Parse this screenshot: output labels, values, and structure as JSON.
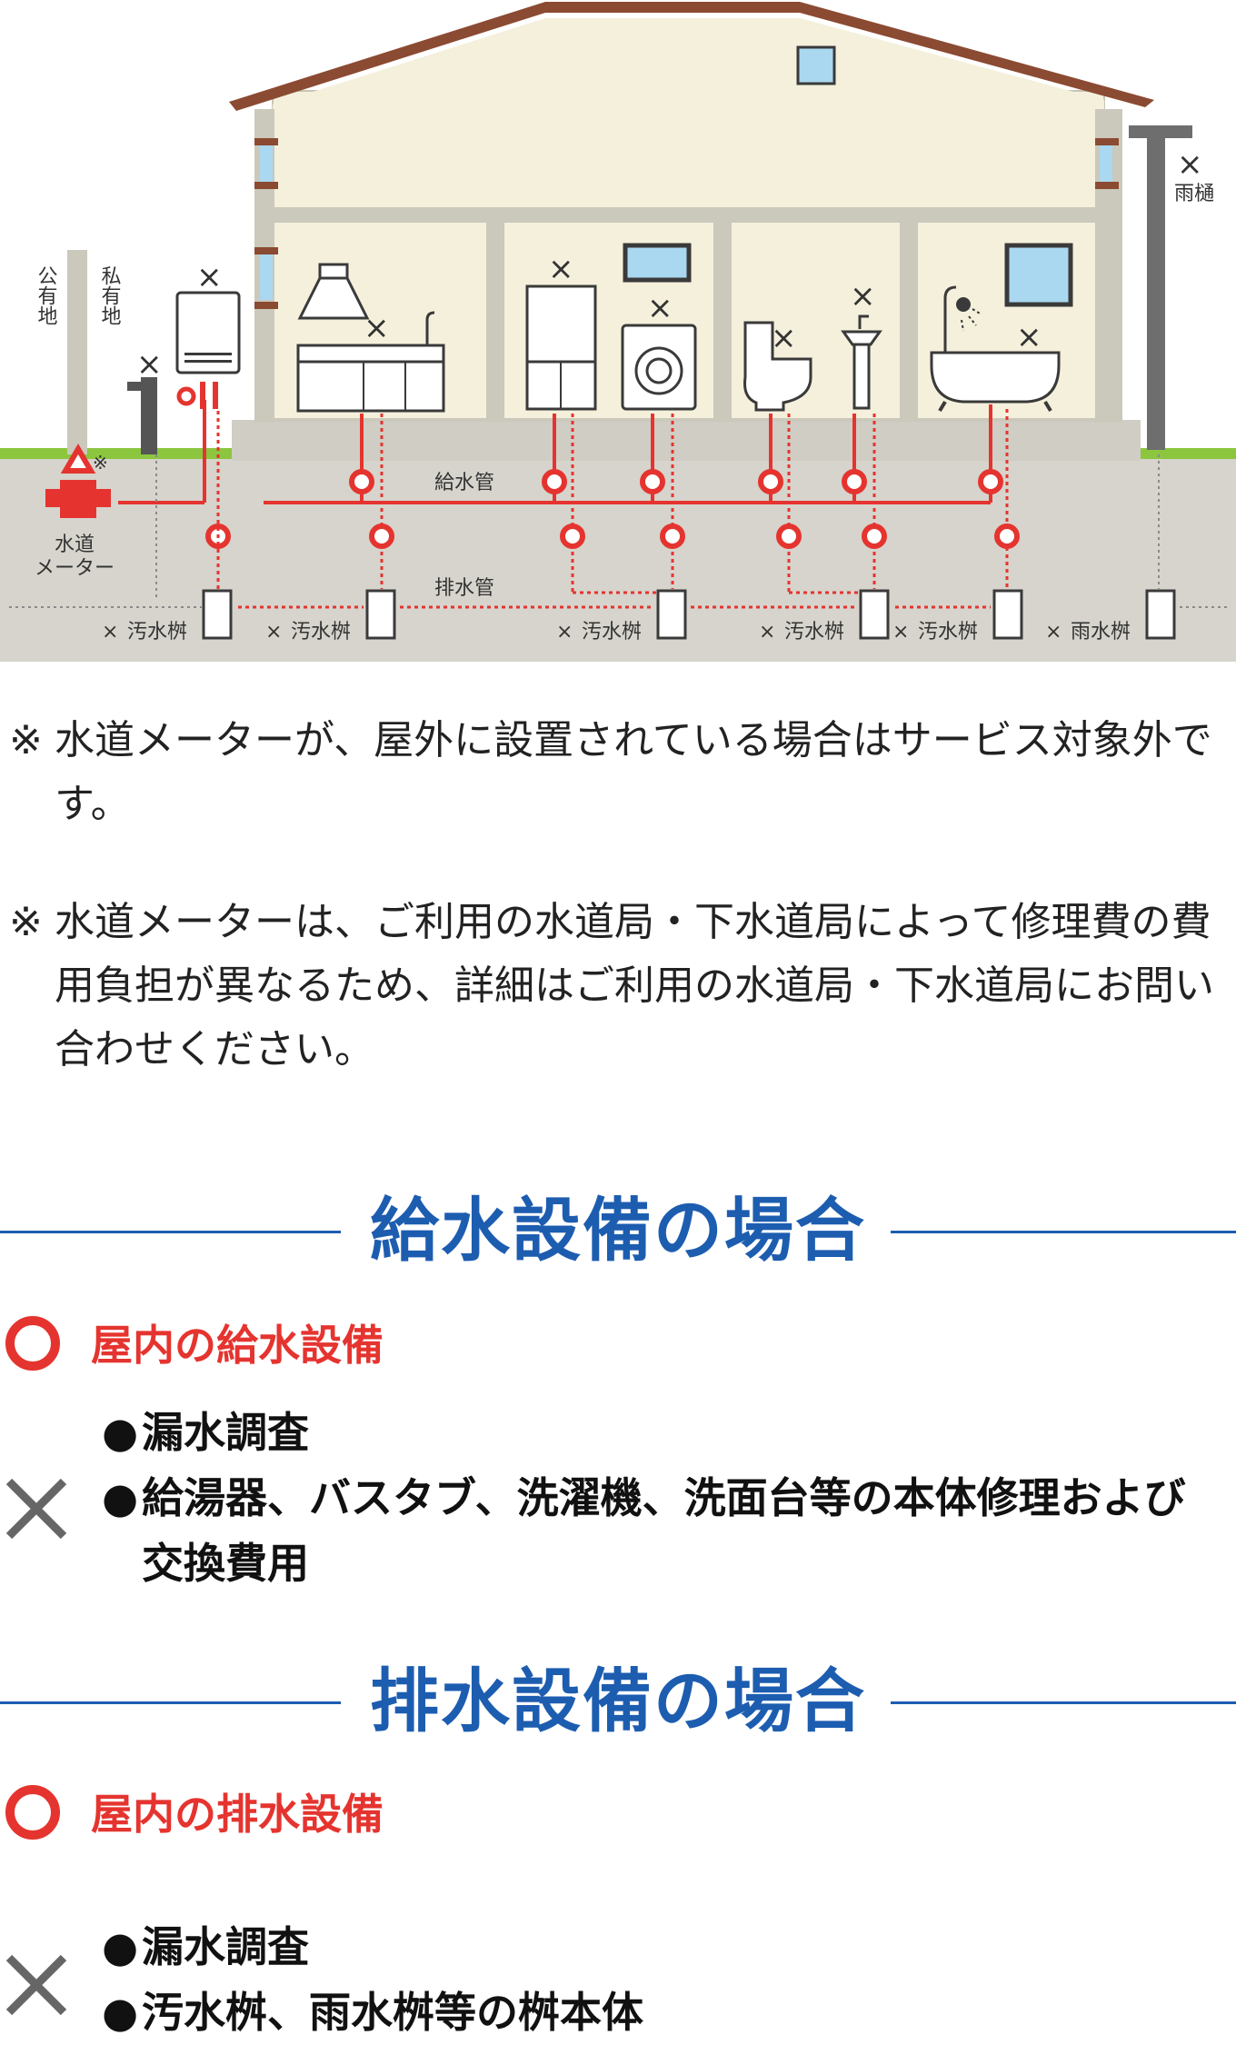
{
  "diagram": {
    "public_land": "公有地",
    "private_land": "私有地",
    "rain_gutter": "雨樋",
    "meter_label_1": "水道",
    "meter_label_2": "メーター",
    "meter_note_mark": "※",
    "supply_pipe": "給水管",
    "drain_pipe": "排水管",
    "sewage_basin": "汚水桝",
    "rain_basin": "雨水桝",
    "x_mark": "×",
    "colors": {
      "supply": "#e5342f",
      "drain": "#e5342f",
      "ground": "#d6d4cc",
      "grass": "#8cc63f",
      "wall": "#f4f0dc",
      "roof": "#8b4a32",
      "pole": "#6e6e6e"
    }
  },
  "notes": [
    {
      "mark": "※",
      "text": "水道メーターが、屋外に設置されている場合はサービス対象外です。"
    },
    {
      "mark": "※",
      "text": "水道メーターは、ご利用の水道局・下水道局によって修理費の費用負担が異なるため、詳細はご利用の水道局・下水道局にお問い合わせください。"
    }
  ],
  "supply_section": {
    "title": "給水設備の場合",
    "covered": "屋内の給水設備",
    "excluded_bullet": "●",
    "excluded": [
      "漏水調査",
      "給湯器、バスタブ、洗濯機、洗面台等の本体修理および交換費用"
    ]
  },
  "drain_section": {
    "title": "排水設備の場合",
    "covered": "屋内の排水設備",
    "excluded_bullet": "●",
    "excluded": [
      "漏水調査",
      "汚水桝、雨水桝等の桝本体"
    ]
  }
}
